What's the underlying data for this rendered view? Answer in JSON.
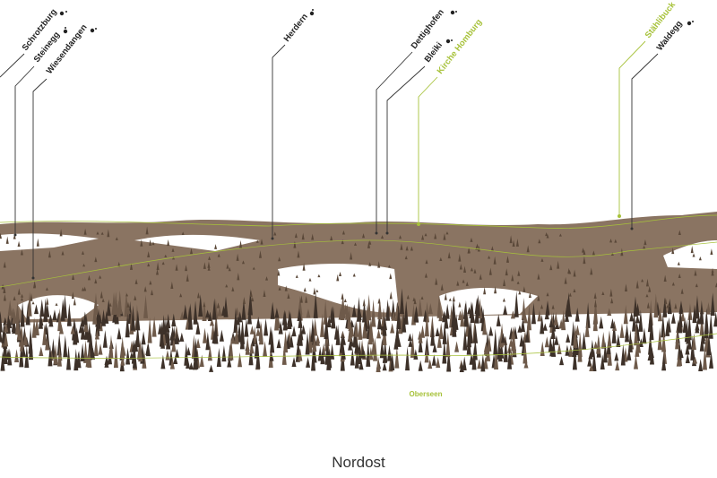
{
  "title": "Nordost",
  "colors": {
    "accent": "#a7c23a",
    "ink": "#222222",
    "terrain": "#7b6553"
  },
  "labels": [
    {
      "name": "Schrotzburg",
      "color": "dark",
      "icon": "summit-dots-icon"
    },
    {
      "name": "Steinegg",
      "color": "dark",
      "icon": "summit-dots-icon"
    },
    {
      "name": "Wiesendangen",
      "color": "dark",
      "icon": "summit-dots-icon"
    },
    {
      "name": "Herdern",
      "color": "dark",
      "icon": "summit-dots-icon"
    },
    {
      "name": "Dettighofen",
      "color": "dark",
      "icon": "summit-dots-icon"
    },
    {
      "name": "Bleiki",
      "color": "dark",
      "icon": "summit-dots-icon"
    },
    {
      "name": "Kirche Homburg",
      "color": "green"
    },
    {
      "name": "Stählibuck",
      "color": "green"
    },
    {
      "name": "Waldegg",
      "color": "dark",
      "icon": "summit-dots-icon"
    }
  ],
  "lake_label": "Oberseen"
}
